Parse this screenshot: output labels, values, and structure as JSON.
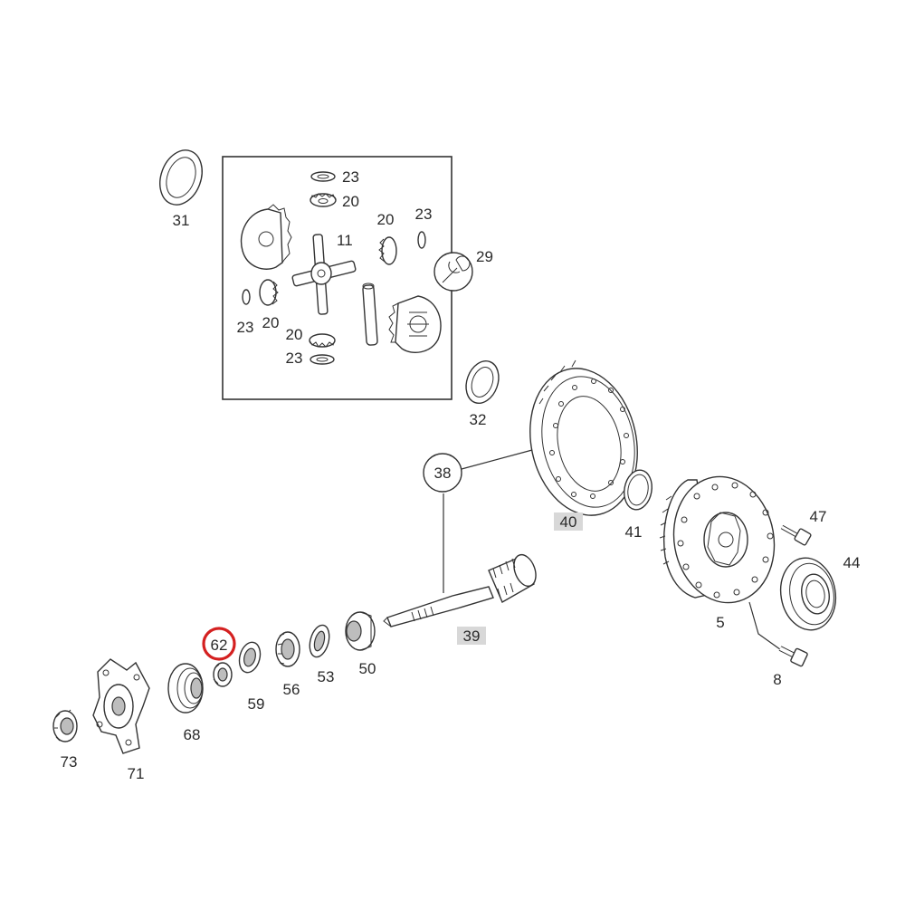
{
  "diagram": {
    "callouts": {
      "p31": "31",
      "p32": "32",
      "p23a": "23",
      "p20a": "20",
      "p20b": "20",
      "p23b": "23",
      "p11": "11",
      "p29": "29",
      "p23c": "23",
      "p20c": "20",
      "p20d": "20",
      "p23d": "23",
      "p38": "38",
      "p40": "40",
      "p41": "41",
      "p47": "47",
      "p44": "44",
      "p5": "5",
      "p8": "8",
      "p39": "39",
      "p50": "50",
      "p53": "53",
      "p56": "56",
      "p59": "59",
      "p62": "62",
      "p68": "68",
      "p71": "71",
      "p73": "73"
    },
    "highlighted_part": "62",
    "highlight_color": "#d42020",
    "label_background": "#d8d8d8",
    "line_color": "#333333"
  }
}
